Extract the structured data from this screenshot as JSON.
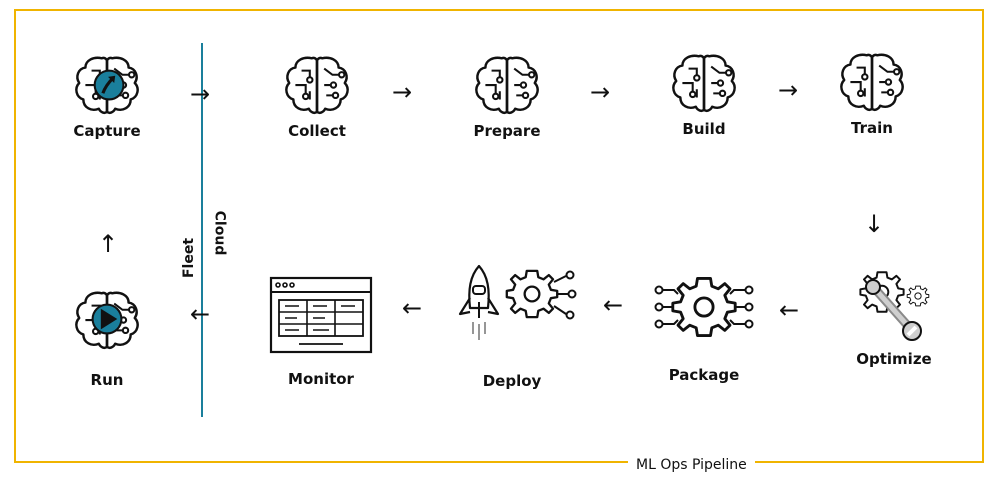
{
  "frame": {
    "label": "ML Ops Pipeline",
    "color": "#f0b400"
  },
  "divider": {
    "left_label": "Fleet",
    "right_label": "Cloud",
    "color": "#1a7f9c"
  },
  "stages": {
    "capture": {
      "label": "Capture",
      "icon": "brain-upload-icon"
    },
    "collect": {
      "label": "Collect",
      "icon": "brain-icon"
    },
    "prepare": {
      "label": "Prepare",
      "icon": "brain-icon"
    },
    "build": {
      "label": "Build",
      "icon": "brain-icon"
    },
    "train": {
      "label": "Train",
      "icon": "brain-icon"
    },
    "optimize": {
      "label": "Optimize",
      "icon": "wrench-gears-icon"
    },
    "package": {
      "label": "Package",
      "icon": "gear-nodes-icon"
    },
    "deploy": {
      "label": "Deploy",
      "icon": "rocket-gear-icon"
    },
    "monitor": {
      "label": "Monitor",
      "icon": "dashboard-window-icon"
    },
    "run": {
      "label": "Run",
      "icon": "brain-play-icon"
    }
  },
  "arrows": {
    "right": "→",
    "left": "←",
    "down": "↓",
    "up": "↑"
  }
}
